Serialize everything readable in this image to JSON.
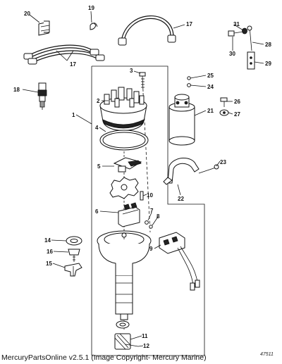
{
  "footer": "MercuryPartsOnline v2.5.1 (Image Copyright- Mercury Marine)",
  "figure_number": "47511",
  "callouts": [
    "1",
    "2",
    "3",
    "4",
    "5",
    "6",
    "7",
    "8",
    "9",
    "10",
    "11",
    "12",
    "14",
    "15",
    "16",
    "17",
    "17",
    "18",
    "19",
    "20",
    "21",
    "22",
    "23",
    "24",
    "25",
    "26",
    "27",
    "28",
    "29",
    "30",
    "31"
  ]
}
